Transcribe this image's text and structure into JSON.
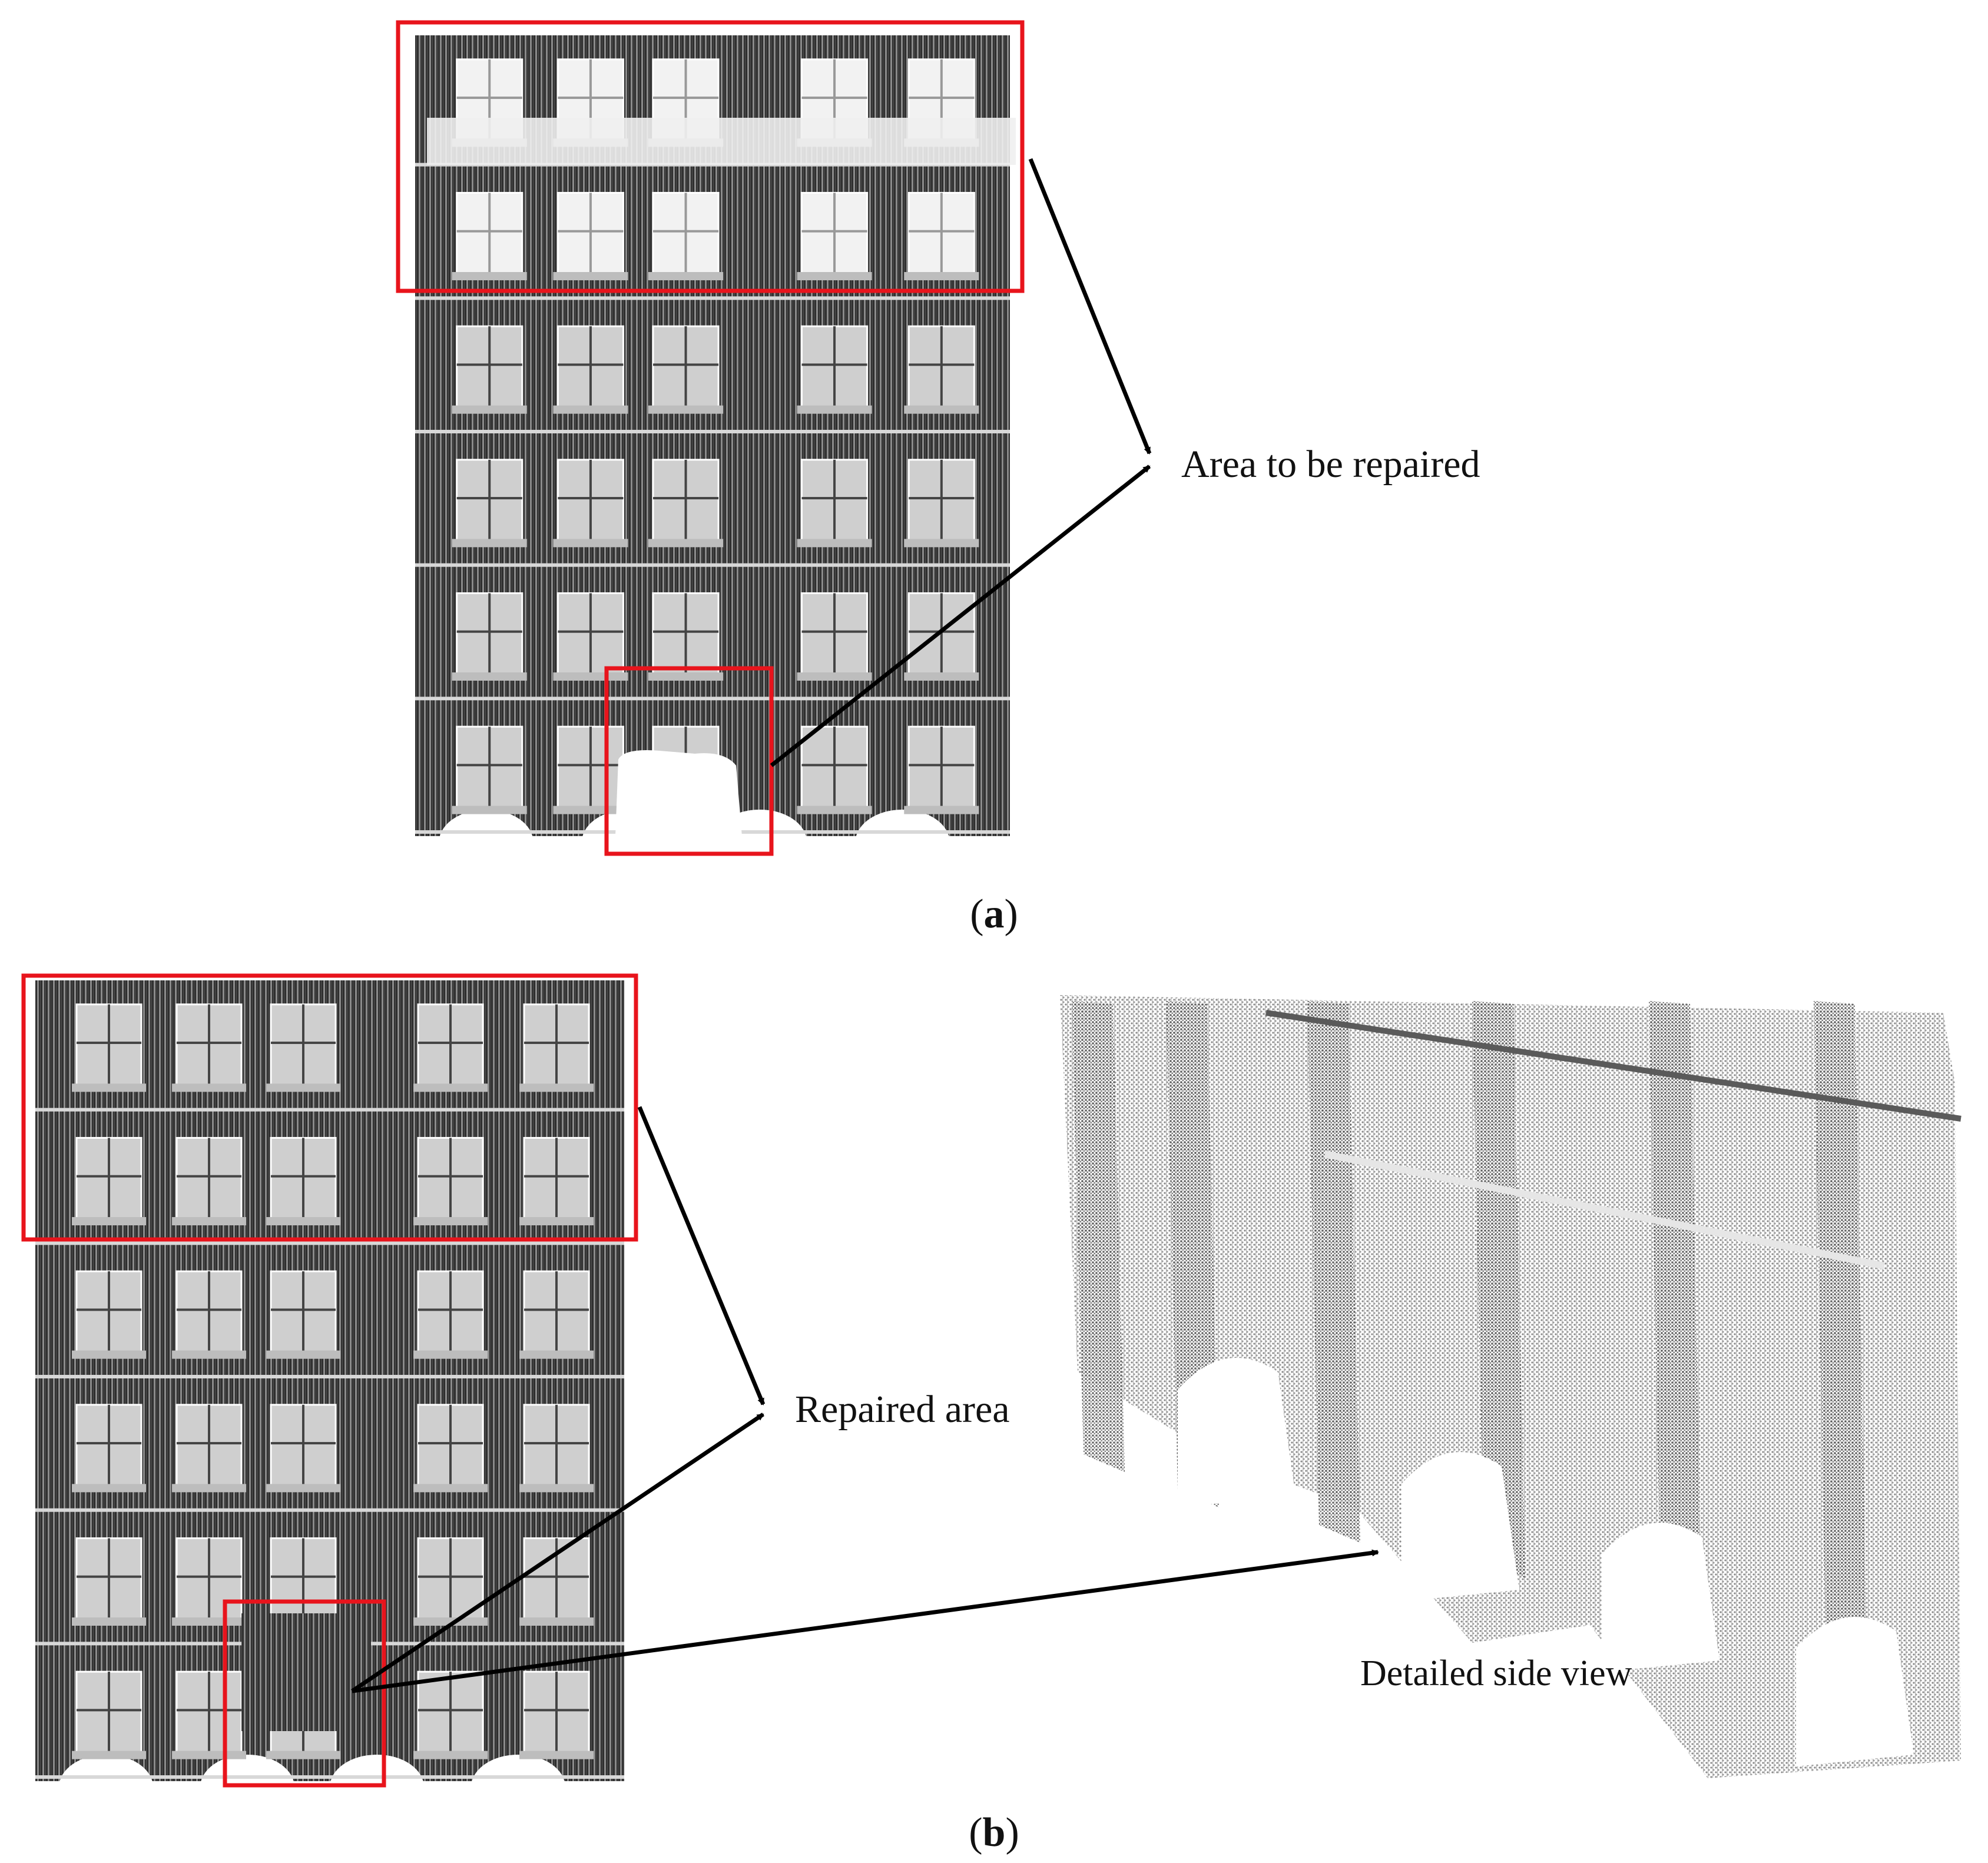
{
  "panel_a": {
    "caption_letter": "a",
    "annotation": "Area to be repaired"
  },
  "panel_b": {
    "caption_letter": "b",
    "annotation_repaired": "Repaired area",
    "annotation_side_view": "Detailed side view"
  },
  "colors": {
    "highlight_box": "#e8141c",
    "arrow": "#000000",
    "facade_dark": "#3a3a3a",
    "facade_mid": "#6e6e6e",
    "window_light": "#f4f4f4",
    "side_view_points": "#7a7a7a"
  }
}
